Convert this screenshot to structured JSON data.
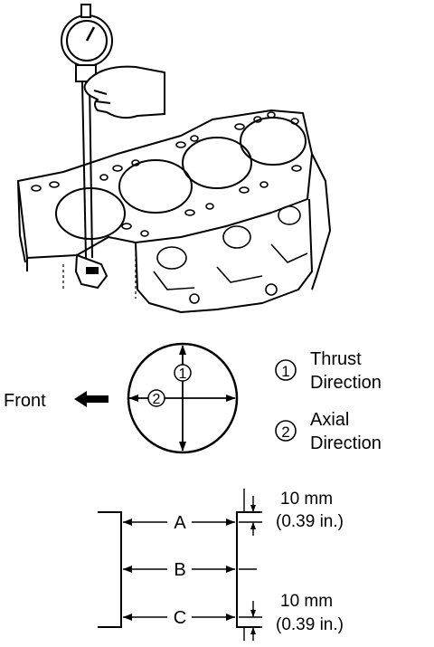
{
  "legend": {
    "item1_number": "1",
    "item1_line1": "Thrust",
    "item1_line2": "Direction",
    "item2_number": "2",
    "item2_line1": "Axial",
    "item2_line2": "Direction"
  },
  "direction": {
    "front_label": "Front"
  },
  "circle_markers": {
    "marker1": "1",
    "marker2": "2"
  },
  "measurement_points": {
    "a_label": "A",
    "b_label": "B",
    "c_label": "C",
    "top_offset_mm": "10 mm",
    "top_offset_in": "(0.39 in.)",
    "bottom_offset_mm": "10 mm",
    "bottom_offset_in": "(0.39 in.)"
  }
}
